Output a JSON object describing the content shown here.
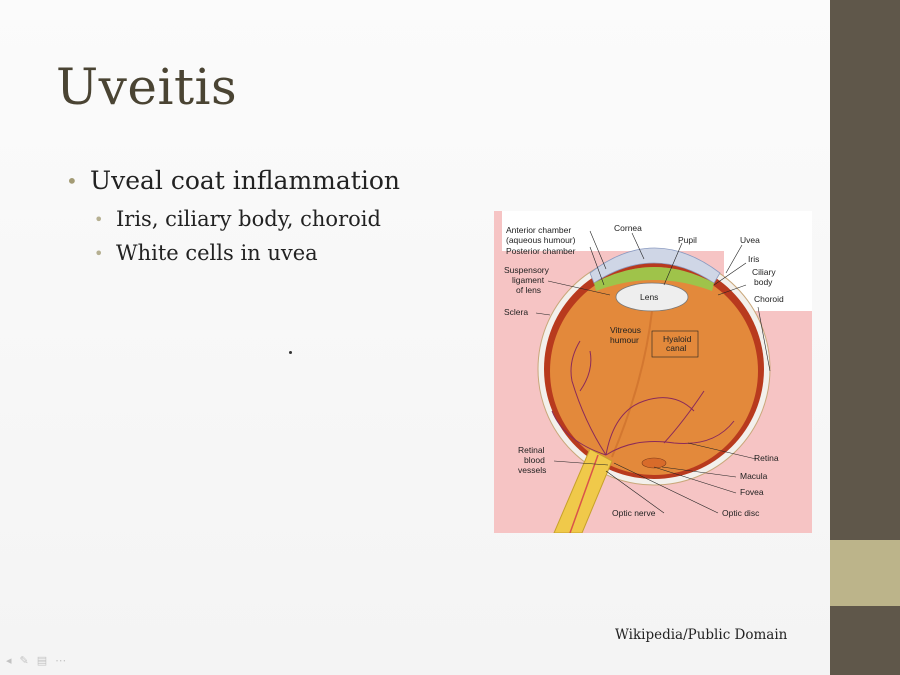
{
  "slide": {
    "title": "Uveitis",
    "bullets": [
      {
        "text": "Uveal coat inflammation"
      },
      {
        "text": "Iris, ciliary body, choroid"
      },
      {
        "text": "White cells in uvea"
      }
    ],
    "caption": "Wikipedia/Public  Domain"
  },
  "diagram": {
    "labels": {
      "anterior_chamber": "Anterior chamber",
      "aqueous_humour": "(aqueous humour)",
      "posterior_chamber": "Posterior chamber",
      "cornea": "Cornea",
      "pupil": "Pupil",
      "uvea": "Uvea",
      "iris": "Iris",
      "ciliary": "Ciliary",
      "body": "body",
      "choroid": "Choroid",
      "suspensory": "Suspensory",
      "ligament": "ligament",
      "of_lens": "of lens",
      "lens": "Lens",
      "sclera": "Sclera",
      "vitreous": "Vitreous",
      "humour": "humour",
      "hyaloid": "Hyaloid",
      "canal": "canal",
      "retinal": "Retinal",
      "blood": "blood",
      "vessels": "vessels",
      "retina": "Retina",
      "macula": "Macula",
      "fovea": "Fovea",
      "optic_nerve": "Optic nerve",
      "optic_disc": "Optic disc"
    }
  },
  "colors": {
    "title": "#4a4433",
    "bullet_accent": "#a39b75",
    "sidebar_dark": "#5f574a",
    "sidebar_accent": "#bcb48a",
    "diagram_bg": "#f7c6c6",
    "eye_fill": "#e08b3c"
  }
}
